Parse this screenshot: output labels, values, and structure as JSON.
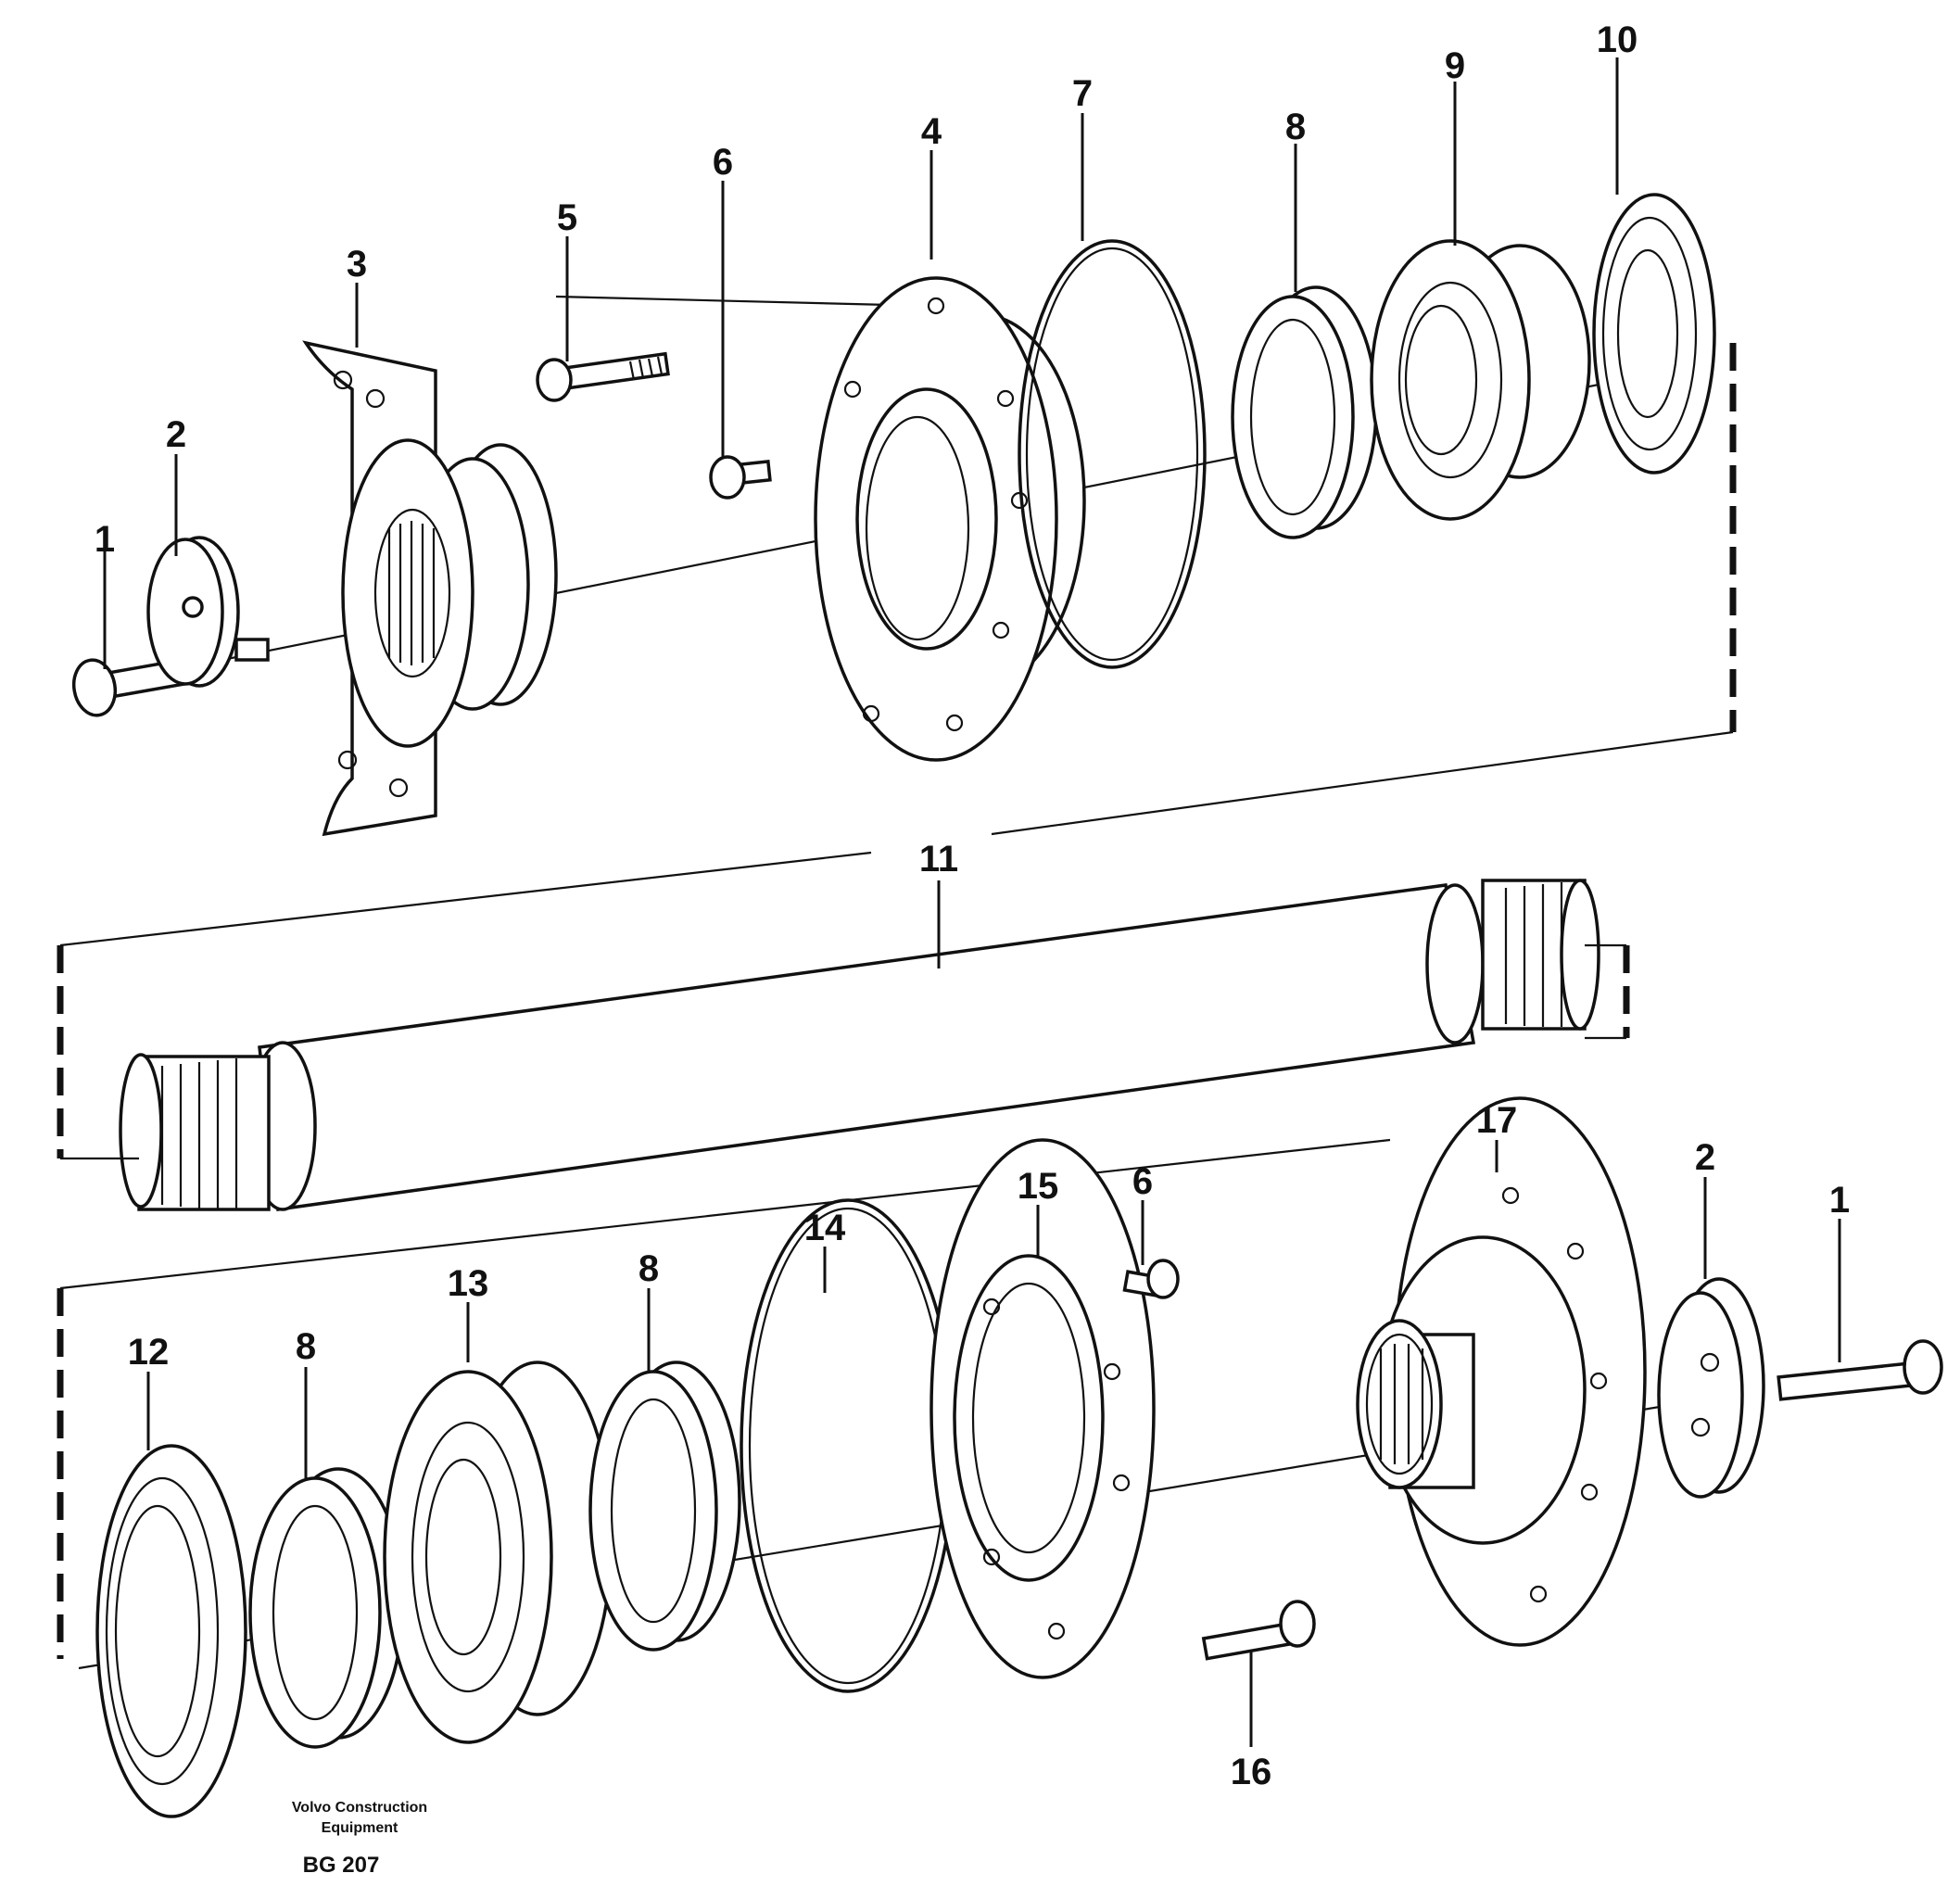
{
  "callouts": {
    "c1a": "1",
    "c2a": "2",
    "c3": "3",
    "c4": "4",
    "c5": "5",
    "c6a": "6",
    "c7": "7",
    "c8a": "8",
    "c9": "9",
    "c10": "10",
    "c11": "11",
    "c12": "12",
    "c8b": "8",
    "c13": "13",
    "c8c": "8",
    "c14": "14",
    "c15": "15",
    "c6b": "6",
    "c17": "17",
    "c2b": "2",
    "c1b": "1",
    "c16": "16"
  },
  "caption": {
    "company_line1": "Volvo Construction",
    "company_line2": "Equipment",
    "drawing_code": "BG 207"
  }
}
